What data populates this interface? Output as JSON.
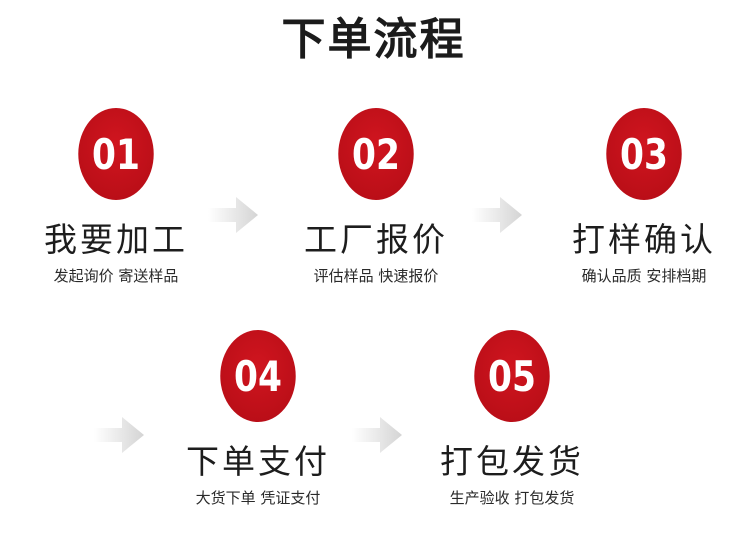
{
  "title": "下单流程",
  "steps": [
    {
      "number": "01",
      "title": "我要加工",
      "subtitle": "发起询价  寄送样品"
    },
    {
      "number": "02",
      "title": "工厂报价",
      "subtitle": "评估样品  快速报价"
    },
    {
      "number": "03",
      "title": "打样确认",
      "subtitle": "确认品质  安排档期"
    },
    {
      "number": "04",
      "title": "下单支付",
      "subtitle": "大货下单  凭证支付"
    },
    {
      "number": "05",
      "title": "打包发货",
      "subtitle": "生产验收  打包发货"
    }
  ],
  "colors": {
    "accent": "#c4121b",
    "arrow": "#d9d9d9"
  },
  "icons": {
    "arrow": "arrow-right-icon"
  }
}
